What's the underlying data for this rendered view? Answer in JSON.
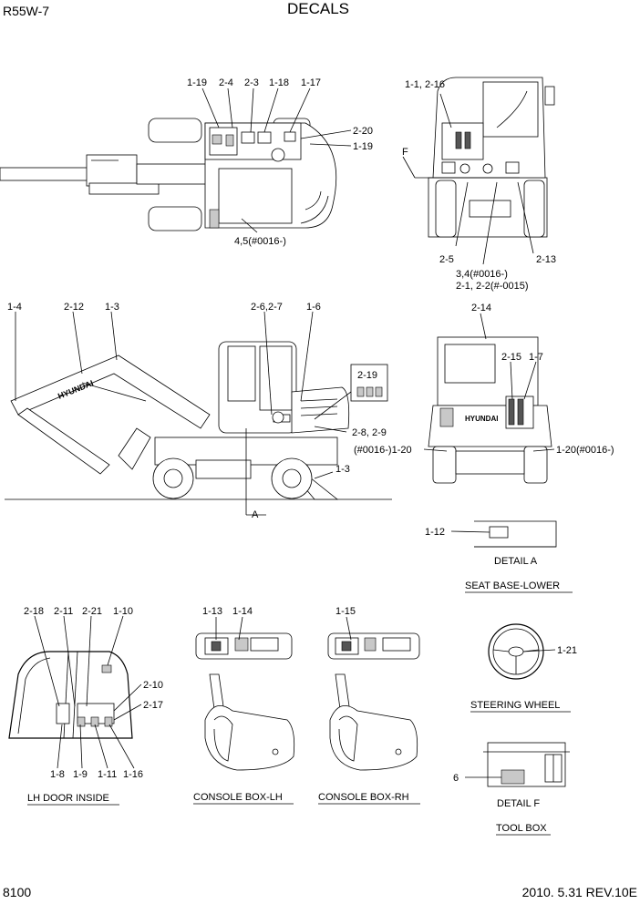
{
  "header": {
    "model": "R55W-7",
    "title": "DECALS"
  },
  "footer": {
    "page_number": "8100",
    "revision": "2010. 5.31  REV.10E"
  },
  "labels": {
    "top_view": [
      "1-19",
      "2-4",
      "2-3",
      "1-18",
      "1-17",
      "2-20",
      "1-19",
      "4,5(#0016-)"
    ],
    "rear_view": [
      "1-1, 2-16",
      "F",
      "2-5",
      "2-13",
      "3,4(#0016-)",
      "2-1, 2-2(#-0015)"
    ],
    "side_view": [
      "1-4",
      "2-12",
      "1-3",
      "2-6,2-7",
      "1-6",
      "2-19",
      "2-8, 2-9",
      "1-3",
      "A"
    ],
    "rear_cab_view": [
      "2-14",
      "2-15",
      "1-7",
      "(#0016-)1-20",
      "1-20(#0016-)"
    ],
    "detail_a": [
      "1-12"
    ],
    "door_inside": [
      "2-18",
      "2-11",
      "2-21",
      "1-10",
      "2-10",
      "2-17",
      "1-8",
      "1-9",
      "1-11",
      "1-16"
    ],
    "console_lh": [
      "1-13",
      "1-14"
    ],
    "console_rh": [
      "1-15"
    ],
    "steering": [
      "1-21"
    ],
    "tool_box": [
      "6"
    ]
  },
  "captions": {
    "detail_a": "DETAIL  A",
    "seat_base": "SEAT BASE-LOWER",
    "steering_wheel": "STEERING WHEEL",
    "lh_door_inside": "LH DOOR INSIDE",
    "console_lh": "CONSOLE BOX-LH",
    "console_rh": "CONSOLE BOX-RH",
    "detail_f": "DETAIL  F",
    "tool_box": "TOOL BOX"
  },
  "decal_text": {
    "boom_brand": "HYUNDAI",
    "counterweight_brand": "HYUNDAI"
  }
}
